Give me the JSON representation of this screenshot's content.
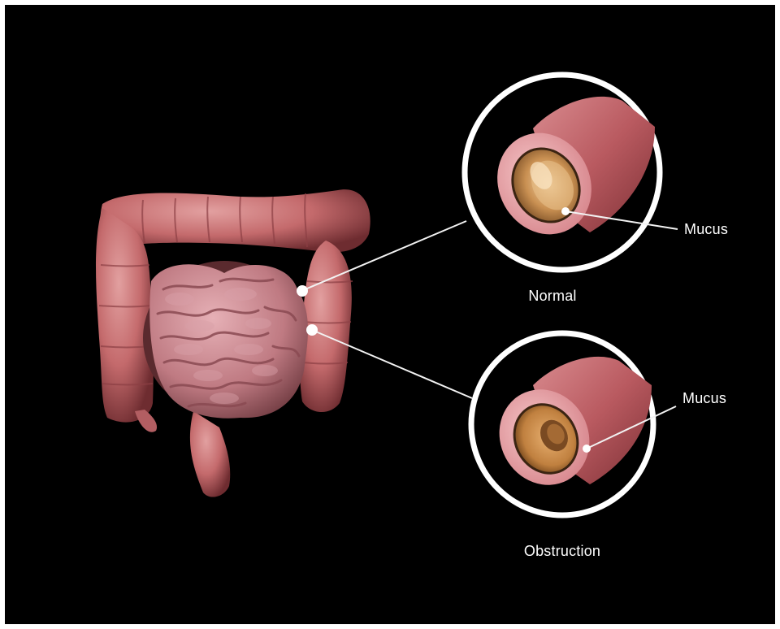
{
  "labels": {
    "top_callout": "Mucus",
    "top_caption": "Normal",
    "bottom_callout": "Mucus",
    "bottom_caption": "Obstruction"
  },
  "colors": {
    "background": "#000000",
    "intestine": "#c46a6c",
    "tube_outer": "#b85a5f",
    "mucus": "#d6a15d",
    "leader_line": "#f2f2f2"
  }
}
